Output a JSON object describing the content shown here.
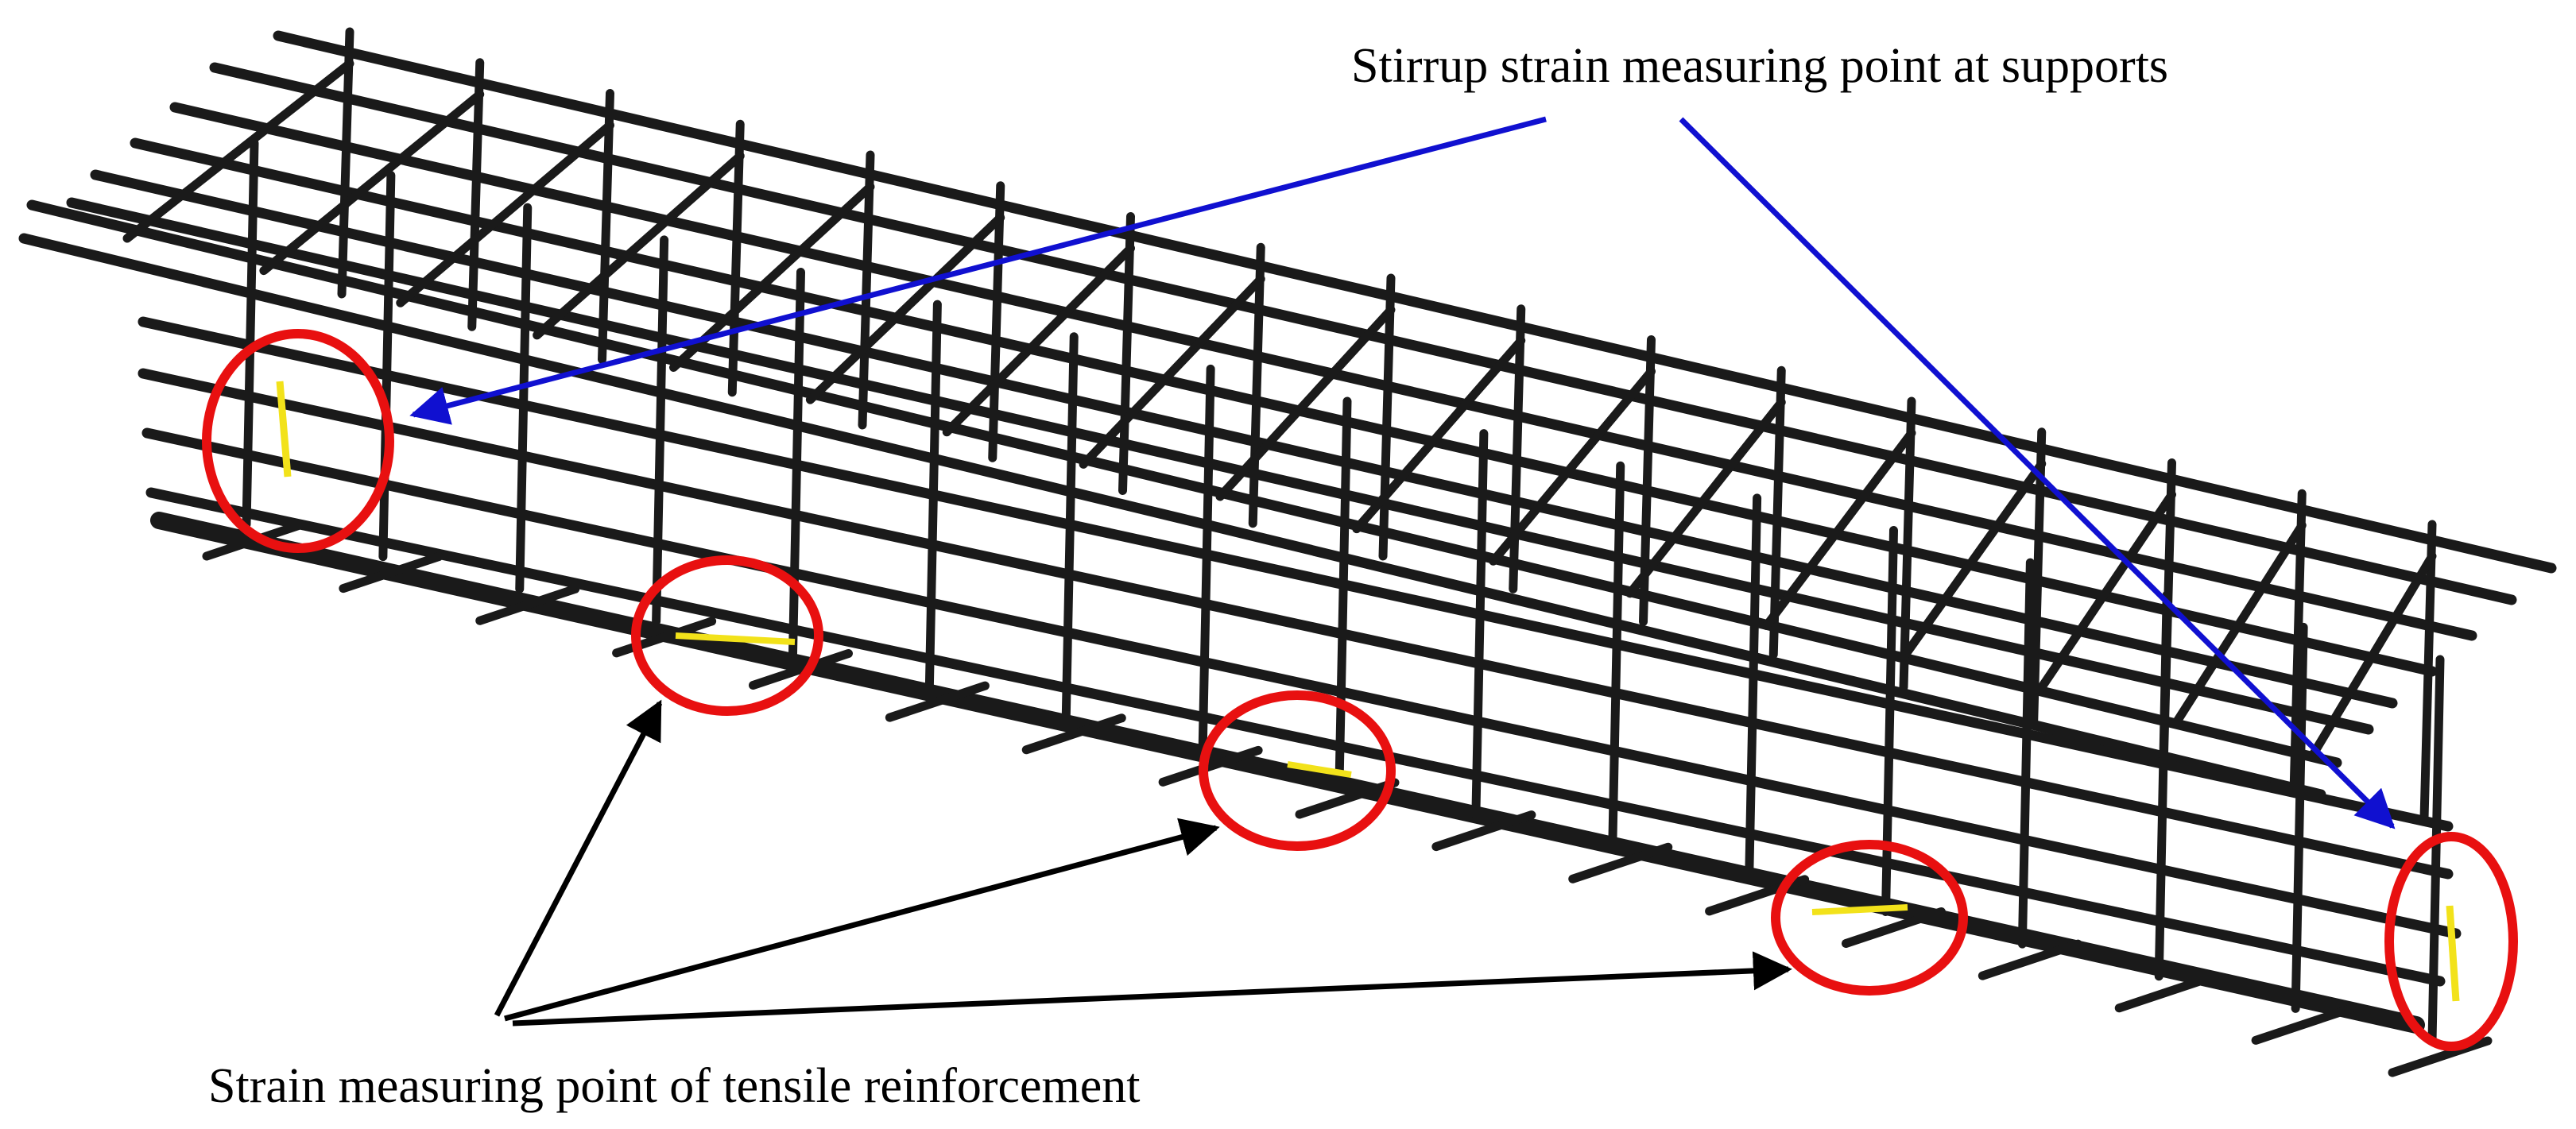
{
  "labels": {
    "stirrup": "Stirrup strain measuring point at supports",
    "tensile": "Strain measuring point of tensile reinforcement"
  },
  "colors": {
    "rebar": "#1a1a1a",
    "gauge": "#f2e21a",
    "circle": "#e81010",
    "stirrup_arrow": "#1010d0",
    "tensile_arrow": "#000000",
    "background": "#ffffff"
  },
  "cage": {
    "stirrup_count": 17
  }
}
